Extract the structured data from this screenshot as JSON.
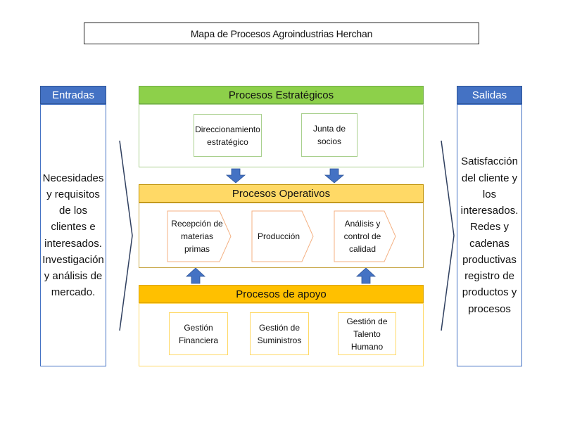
{
  "title": "Mapa de Procesos Agroindustrias Herchan",
  "inputs": {
    "header": "Entradas",
    "lines": [
      "Necesidades",
      "y requisitos",
      "de los",
      "clientes e",
      "interesados.",
      "Investigación",
      "y análisis de",
      "mercado."
    ]
  },
  "outputs": {
    "header": "Salidas",
    "lines": [
      "Satisfacción",
      "del cliente y",
      "los",
      "interesados.",
      "Redes y",
      "cadenas",
      "productivas",
      "registro de",
      "productos y",
      "procesos"
    ]
  },
  "strategic": {
    "header": "Procesos Estratégicos",
    "items": [
      "Direccionamiento estratégico",
      "Junta de socios"
    ]
  },
  "operative": {
    "header": "Procesos Operativos",
    "items": [
      "Recepción de materias primas",
      "Producción",
      "Análisis y control de calidad"
    ]
  },
  "support": {
    "header": "Procesos de apoyo",
    "items": [
      "Gestión Financiera",
      "Gestión de Suministros",
      "Gestión de Talento Humano"
    ]
  },
  "colors": {
    "side_header": "#4472c4",
    "strategic": "#8dd04a",
    "operative": "#ffd966",
    "support": "#ffc000",
    "arrow": "#4472c4"
  }
}
